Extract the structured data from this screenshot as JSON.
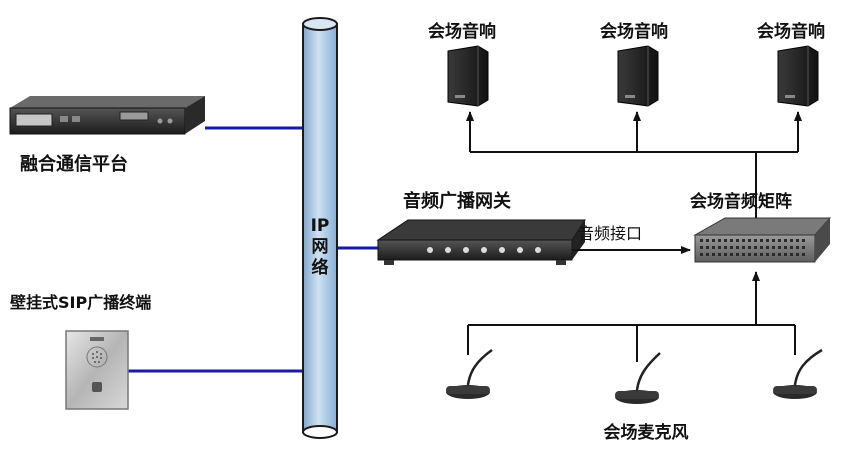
{
  "network": {
    "label_line1": "IP",
    "label_line2": "网",
    "label_line3": "络"
  },
  "devices": {
    "platform_label": "融合通信平台",
    "sip_terminal_label": "壁挂式SIP广播终端",
    "gateway_label": "音频广播网关",
    "matrix_label": "会场音频矩阵",
    "audio_interface_label": "音频接口",
    "speakers": [
      "会场音响",
      "会场音响",
      "会场音响"
    ],
    "microphones_label": "会场麦克风"
  },
  "colors": {
    "network_link": "#1a1aa8",
    "pipe_fill": "#a9c8e6",
    "pipe_stroke": "#1a1a1a",
    "audio_line": "#111111"
  }
}
